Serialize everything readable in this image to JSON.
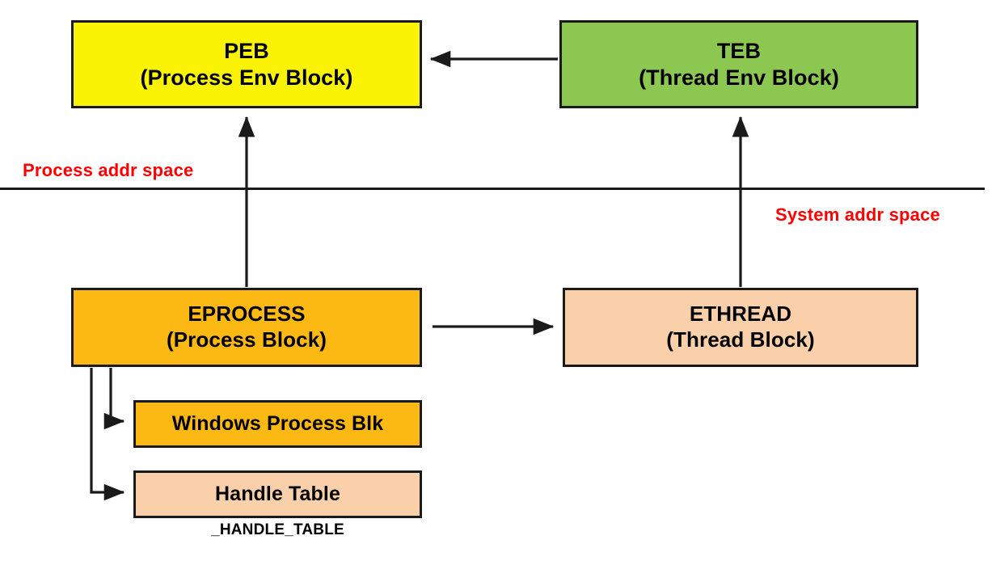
{
  "diagram": {
    "title_context": "Windows process and thread data structures",
    "boxes": {
      "peb": {
        "line1": "PEB",
        "line2": "(Process Env Block)",
        "color": "#fbf305"
      },
      "teb": {
        "line1": "TEB",
        "line2": "(Thread Env Block)",
        "color": "#8cc751"
      },
      "eprocess": {
        "line1": "EPROCESS",
        "line2": "(Process Block)",
        "color": "#fcb813"
      },
      "ethread": {
        "line1": "ETHREAD",
        "line2": "(Thread Block)",
        "color": "#fad0ab"
      },
      "windows_process_blk": {
        "line1": "Windows Process Blk",
        "color": "#fcb813"
      },
      "handle_table": {
        "line1": "Handle Table",
        "color": "#fad0ab",
        "caption": "_HANDLE_TABLE"
      }
    },
    "labels": {
      "process_addr_space": "Process addr space",
      "system_addr_space": "System addr space",
      "label_color": "#ff0000"
    },
    "divider": {
      "name": "address-space-divider",
      "color": "#1a1a1a"
    },
    "arrows": [
      {
        "name": "teb-to-peb",
        "from": "TEB",
        "to": "PEB",
        "direction": "left"
      },
      {
        "name": "eprocess-to-peb",
        "from": "EPROCESS",
        "to": "PEB",
        "direction": "up"
      },
      {
        "name": "ethread-to-teb",
        "from": "ETHREAD",
        "to": "TEB",
        "direction": "up"
      },
      {
        "name": "eprocess-to-ethread",
        "from": "EPROCESS",
        "to": "ETHREAD",
        "direction": "right"
      },
      {
        "name": "eprocess-to-windows-process-blk",
        "from": "EPROCESS",
        "to": "Windows Process Blk",
        "direction": "elbow-right"
      },
      {
        "name": "eprocess-to-handle-table",
        "from": "EPROCESS",
        "to": "Handle Table",
        "direction": "elbow-right"
      }
    ]
  }
}
